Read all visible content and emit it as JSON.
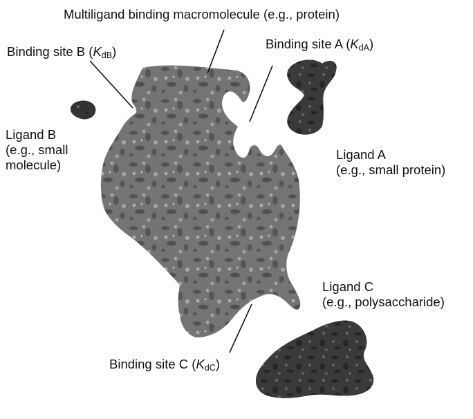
{
  "colors": {
    "background": "#ffffff",
    "macromolecule_fill": "#6e6e6e",
    "ligand_fill": "#3a3a3a",
    "texture_dark": "#262626",
    "leader_line": "#111111",
    "text": "#111111"
  },
  "labels": {
    "macromolecule": "Multiligand binding macromolecule (e.g., protein)",
    "site_b": {
      "prefix": "Binding site B (",
      "k": "K",
      "sub": "dB",
      "suffix": ")"
    },
    "site_a": {
      "prefix": "Binding site A (",
      "k": "K",
      "sub": "dA",
      "suffix": ")"
    },
    "site_c": {
      "prefix": "Binding site C (",
      "k": "K",
      "sub": "dC",
      "suffix": ")"
    },
    "ligand_b": [
      "Ligand B",
      "(e.g., small",
      "molecule)"
    ],
    "ligand_a": [
      "Ligand A",
      "(e.g., small protein)"
    ],
    "ligand_c": [
      "Ligand C",
      "(e.g., polysaccharide)"
    ]
  }
}
